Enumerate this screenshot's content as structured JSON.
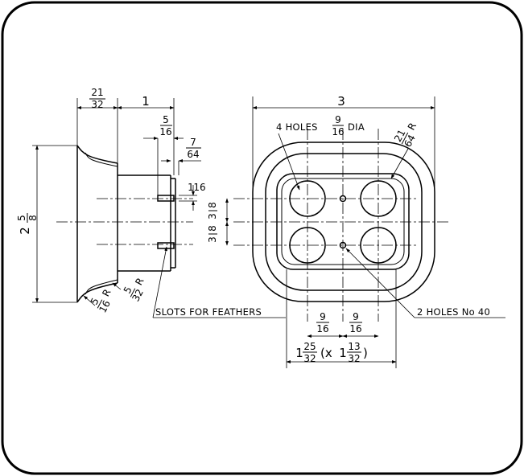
{
  "side_view": {
    "length_frac_num": "21",
    "length_frac_den": "32",
    "length_whole": "1",
    "flange_frac_num": "5",
    "flange_frac_den": "16",
    "lip_frac_num": "7",
    "lip_frac_den": "64",
    "slot_frac_num": "1",
    "slot_frac_den": "16",
    "height_whole": "2",
    "height_frac_num": "5",
    "height_frac_den": "8",
    "radius_small_num": "5",
    "radius_small_den": "16",
    "radius_small_suffix": "R",
    "radius_large_num": "5",
    "radius_large_den": "32",
    "radius_large_suffix": "R",
    "slots_label": "SLOTS FOR FEATHERS"
  },
  "front_view": {
    "width_whole": "3",
    "holes_label": "4 HOLES",
    "holes_frac_num": "9",
    "holes_frac_den": "16",
    "holes_suffix": "DIA",
    "corner_frac_num": "21",
    "corner_frac_den": "64",
    "corner_suffix": "R",
    "spacing_v1_num": "3",
    "spacing_v1_den": "8",
    "spacing_v2_num": "3",
    "spacing_v2_den": "8",
    "spacing_h1_num": "9",
    "spacing_h1_den": "16",
    "spacing_h2_num": "9",
    "spacing_h2_den": "16",
    "small_holes_label": "2 HOLES No 40",
    "overall_a_whole": "1",
    "overall_a_num": "25",
    "overall_a_den": "32",
    "overall_x": "(x",
    "overall_b_whole": "1",
    "overall_b_num": "13",
    "overall_b_den": "32",
    "overall_close": ")"
  }
}
